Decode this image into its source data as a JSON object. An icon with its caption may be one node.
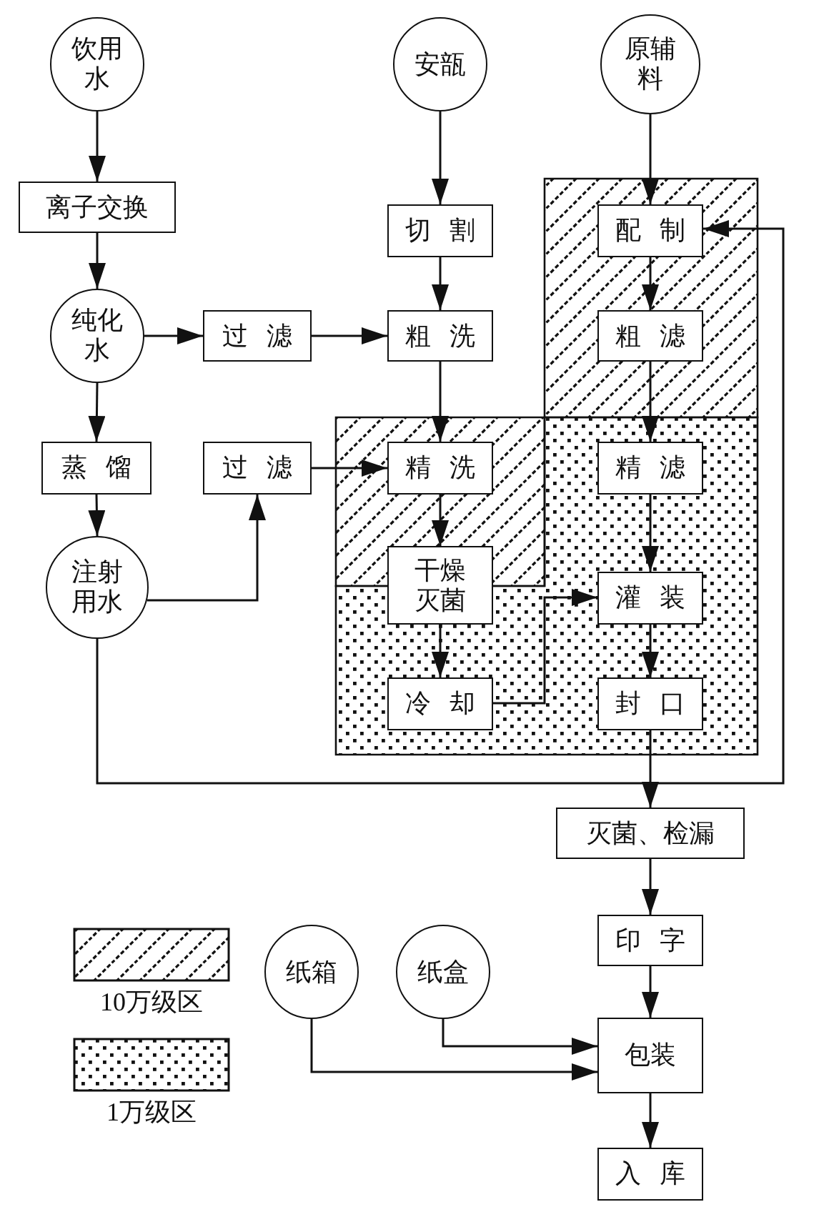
{
  "diagram": {
    "nodes": [
      {
        "text": [
          "饮用水"
        ]
      },
      {
        "text": [
          "离子交换"
        ]
      },
      {
        "text": [
          "纯化水"
        ]
      },
      {
        "text": [
          "蒸馏"
        ]
      },
      {
        "text": [
          "注射用水"
        ]
      },
      {
        "text": [
          "过滤"
        ]
      },
      {
        "text": [
          "过滤"
        ]
      },
      {
        "text": [
          "安瓿"
        ]
      },
      {
        "text": [
          "切割"
        ]
      },
      {
        "text": [
          "粗洗"
        ]
      },
      {
        "text": [
          "精洗"
        ]
      },
      {
        "text": [
          "干燥灭菌"
        ]
      },
      {
        "text": [
          "冷却"
        ]
      },
      {
        "text": [
          "原辅料"
        ]
      },
      {
        "text": [
          "配制"
        ]
      },
      {
        "text": [
          "粗滤"
        ]
      },
      {
        "text": [
          "精滤"
        ]
      },
      {
        "text": [
          "灌装"
        ]
      },
      {
        "text": [
          "封口"
        ]
      },
      {
        "text": [
          "灭菌、检漏"
        ]
      },
      {
        "text": [
          "印字"
        ]
      },
      {
        "text": [
          "包装"
        ]
      },
      {
        "text": [
          "入库"
        ]
      },
      {
        "text": [
          "纸箱"
        ]
      },
      {
        "text": [
          "纸盒"
        ]
      }
    ],
    "edges": [
      {
        "from": 0,
        "to": 1,
        "arrow": "to"
      },
      {
        "from": 1,
        "to": 2,
        "arrow": "to"
      },
      {
        "from": 2,
        "to": 5,
        "arrow": "to"
      },
      {
        "from": 5,
        "to": 9,
        "arrow": "to"
      },
      {
        "from": 2,
        "to": 3,
        "arrow": "to"
      },
      {
        "from": 3,
        "to": 4,
        "arrow": "to"
      },
      {
        "from": 4,
        "to": 6,
        "arrow": "to"
      },
      {
        "from": 6,
        "to": 10,
        "arrow": "to"
      },
      {
        "from": 7,
        "to": 8,
        "arrow": "to"
      },
      {
        "from": 8,
        "to": 9,
        "arrow": "to"
      },
      {
        "from": 9,
        "to": 10,
        "arrow": "to"
      },
      {
        "from": 10,
        "to": 11,
        "arrow": "to"
      },
      {
        "from": 11,
        "to": 12,
        "arrow": "to"
      },
      {
        "from": 12,
        "to": 17,
        "arrow": "to"
      },
      {
        "from": 13,
        "to": 14,
        "arrow": "to"
      },
      {
        "from": 14,
        "to": 15,
        "arrow": "to"
      },
      {
        "from": 15,
        "to": 16,
        "arrow": "to"
      },
      {
        "from": 16,
        "to": 17,
        "arrow": "to"
      },
      {
        "from": 17,
        "to": 18,
        "arrow": "to"
      },
      {
        "from": 18,
        "to": 19,
        "arrow": "to"
      },
      {
        "from": 4,
        "to": 14,
        "arrow": "to"
      },
      {
        "from": 19,
        "to": 20,
        "arrow": "to"
      },
      {
        "from": 20,
        "to": 21,
        "arrow": "to"
      },
      {
        "from": 21,
        "to": 22,
        "arrow": "to"
      },
      {
        "from": 24,
        "to": 21,
        "arrow": "to"
      },
      {
        "from": 23,
        "to": 21,
        "arrow": "to"
      }
    ],
    "legend": [
      {
        "text": "10万级区"
      },
      {
        "text": "1万级区"
      }
    ]
  }
}
